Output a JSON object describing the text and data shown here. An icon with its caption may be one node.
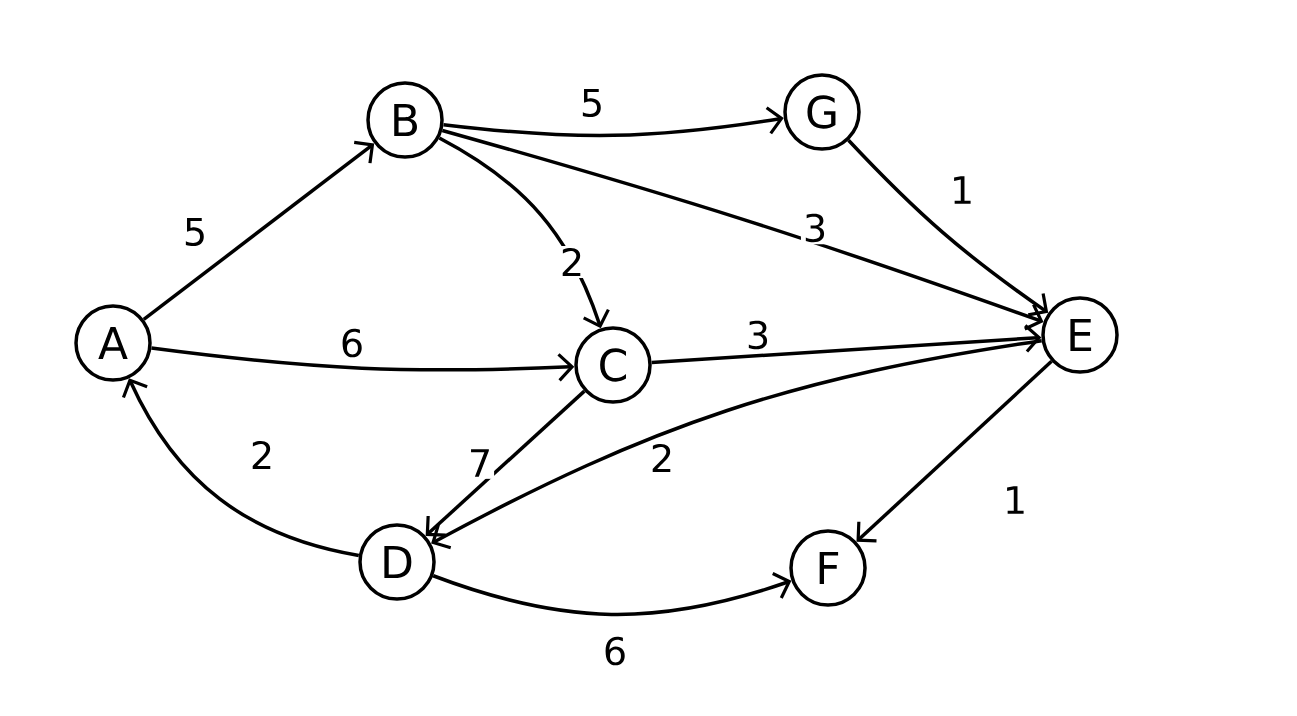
{
  "diagram": {
    "nodes": [
      {
        "text": [
          "B"
        ]
      },
      {
        "text": [
          "G"
        ]
      },
      {
        "text": [
          "A"
        ]
      },
      {
        "text": [
          "C"
        ]
      },
      {
        "text": [
          "E"
        ]
      },
      {
        "text": [
          "D"
        ]
      },
      {
        "text": [
          "F"
        ]
      }
    ],
    "edges": [
      {
        "from": 2,
        "to": 0,
        "arrow": "to",
        "label": "5"
      },
      {
        "from": 0,
        "to": 1,
        "arrow": "to",
        "label": "5"
      },
      {
        "from": 2,
        "to": 3,
        "arrow": "to",
        "label": "6"
      },
      {
        "from": 0,
        "to": 3,
        "arrow": "to",
        "label": "2"
      },
      {
        "from": 0,
        "to": 4,
        "arrow": "to",
        "label": "3"
      },
      {
        "from": 1,
        "to": 4,
        "arrow": "to",
        "label": "1"
      },
      {
        "from": 3,
        "to": 4,
        "arrow": "to",
        "label": "3"
      },
      {
        "from": 5,
        "to": 2,
        "arrow": "to",
        "label": "2"
      },
      {
        "from": 3,
        "to": 5,
        "arrow": "to",
        "label": "7"
      },
      {
        "from": 4,
        "to": 5,
        "arrow": "to",
        "label": "2"
      },
      {
        "from": 4,
        "to": 6,
        "arrow": "to",
        "label": "1"
      },
      {
        "from": 5,
        "to": 6,
        "arrow": "to",
        "label": "6"
      }
    ]
  }
}
